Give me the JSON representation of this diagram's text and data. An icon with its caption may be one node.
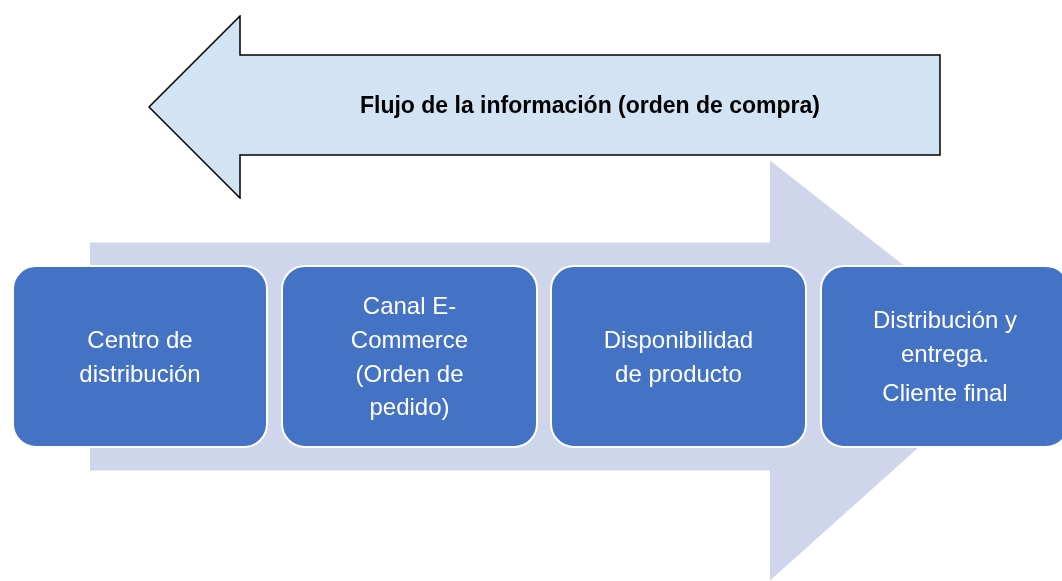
{
  "diagram": {
    "nodes": [
      {
        "text": [
          "Flujo de la información (orden de compra)"
        ]
      },
      {
        "text": [
          "Centro de distribución"
        ]
      },
      {
        "text": [
          "Canal E-Commerce (Orden de pedido)"
        ]
      },
      {
        "text": [
          "Disponibilidad de producto"
        ]
      },
      {
        "text": [
          "Distribución y entrega.",
          "Cliente final"
        ]
      }
    ],
    "edges": [
      {
        "from": 1,
        "to": 4,
        "arrow": "to"
      }
    ]
  }
}
